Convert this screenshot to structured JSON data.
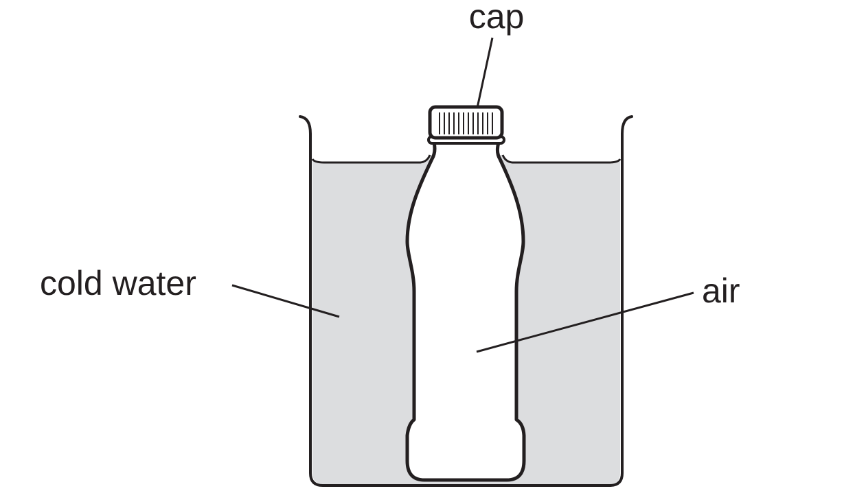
{
  "diagram": {
    "labels": {
      "cap": "cap",
      "cold_water": "cold water",
      "air": "air"
    },
    "colors": {
      "outline": "#231f20",
      "water": "#dcdddf",
      "bottle_fill": "#ffffff",
      "background": "#ffffff"
    }
  }
}
